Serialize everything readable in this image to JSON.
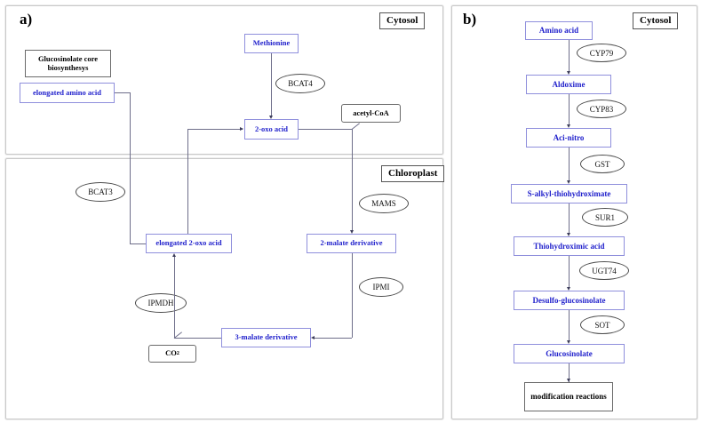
{
  "figure": {
    "panels": [
      {
        "letter": "a)",
        "compartments": [
          {
            "name": "Cytosol"
          },
          {
            "name": "Chloroplast"
          }
        ],
        "nodes": [
          {
            "id": "glucosinolate-core-biosynthesys",
            "label": "Glucosinolate core biosynthesys",
            "style": "black"
          },
          {
            "id": "elongated-amino-acid",
            "label": "elongated amino acid",
            "style": "blue"
          },
          {
            "id": "methionine",
            "label": "Methionine",
            "style": "blue"
          },
          {
            "id": "2-oxo-acid",
            "label": "2-oxo acid",
            "style": "blue"
          },
          {
            "id": "acetyl-coa",
            "label": "acetyl-CoA",
            "style": "black"
          },
          {
            "id": "elongated-2-oxo-acid",
            "label": "elongated 2-oxo acid",
            "style": "blue"
          },
          {
            "id": "2-malate-derivative",
            "label": "2-malate derivative",
            "style": "blue"
          },
          {
            "id": "3-malate-derivative",
            "label": "3-malate derivative",
            "style": "blue"
          },
          {
            "id": "co2",
            "label": "CO",
            "sub": "2",
            "style": "black"
          }
        ],
        "enzymes": [
          {
            "id": "bcat4",
            "label": "BCAT4"
          },
          {
            "id": "bcat3",
            "label": "BCAT3"
          },
          {
            "id": "mams",
            "label": "MAMS"
          },
          {
            "id": "ipmi",
            "label": "IPMI"
          },
          {
            "id": "ipmdh",
            "label": "IPMDH"
          }
        ]
      },
      {
        "letter": "b)",
        "compartments": [
          {
            "name": "Cytosol"
          }
        ],
        "nodes": [
          {
            "id": "amino-acid",
            "label": "Amino acid",
            "style": "blue"
          },
          {
            "id": "aldoxime",
            "label": "Aldoxime",
            "style": "blue"
          },
          {
            "id": "aci-nitro",
            "label": "Aci-nitro",
            "style": "blue"
          },
          {
            "id": "s-alkyl-thiohydroximate",
            "label": "S-alkyl-thiohydroximate",
            "style": "blue"
          },
          {
            "id": "thiohydroximic-acid",
            "label": "Thiohydroximic acid",
            "style": "blue"
          },
          {
            "id": "desulfo-glucosinolate",
            "label": "Desulfo-glucosinolate",
            "style": "blue"
          },
          {
            "id": "glucosinolate",
            "label": "Glucosinolate",
            "style": "blue"
          },
          {
            "id": "modification-reactions",
            "label": "modification reactions",
            "style": "black"
          }
        ],
        "enzymes": [
          {
            "id": "cyp79",
            "label": "CYP79"
          },
          {
            "id": "cyp83",
            "label": "CYP83"
          },
          {
            "id": "gst",
            "label": "GST"
          },
          {
            "id": "sur1",
            "label": "SUR1"
          },
          {
            "id": "ugt74",
            "label": "UGT74"
          },
          {
            "id": "sot",
            "label": "SOT"
          }
        ]
      }
    ]
  },
  "colors": {
    "metabolite_text": "#2222cc",
    "metabolite_border": "#8f8fdc",
    "plain_border": "#6a6a6a",
    "connector": "#6e6e8a",
    "panel_border": "#c9c9c9"
  }
}
